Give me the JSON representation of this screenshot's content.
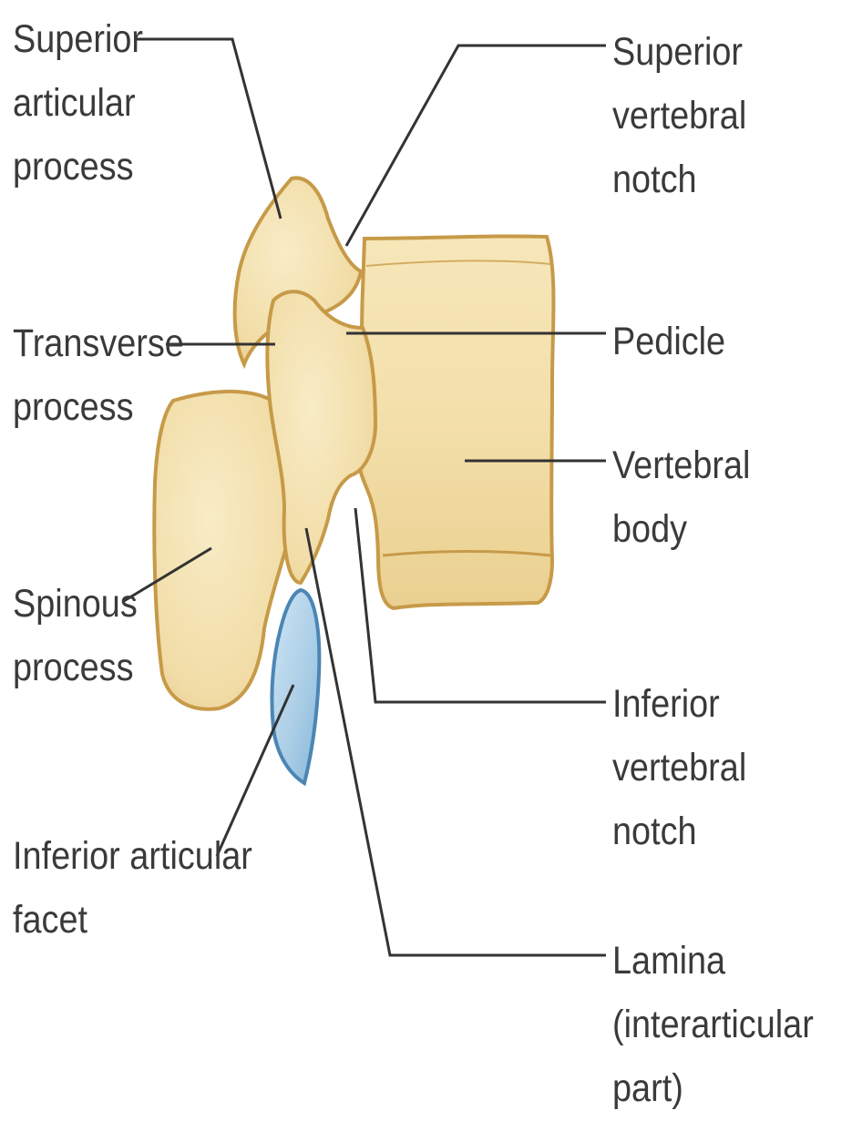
{
  "labels": {
    "superior_articular_process": "Superior\narticular\nprocess",
    "transverse_process": "Transverse\nprocess",
    "spinous_process": "Spinous\nprocess",
    "inferior_articular_facet": "Inferior articular\nfacet",
    "superior_vertebral_notch": "Superior vertebral\nnotch",
    "pedicle": "Pedicle",
    "vertebral_body": "Vertebral body",
    "inferior_vertebral_notch": "Inferior vertebral\nnotch",
    "lamina": "Lamina\n(interarticular\npart)"
  },
  "colors": {
    "bone_fill": "#f3dfaa",
    "bone_light": "#f8ecc6",
    "bone_outline": "#c79a48",
    "facet_fill": "#a9cde6",
    "facet_outline": "#4b86b4",
    "leader_line": "#333333",
    "text": "#3a3a3a"
  }
}
